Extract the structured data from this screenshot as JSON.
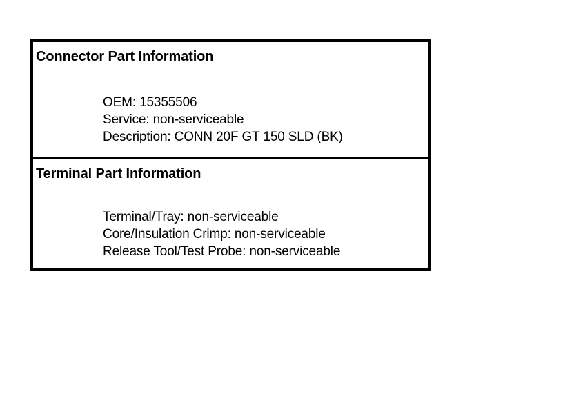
{
  "page": {
    "background_color": "#ffffff",
    "text_color": "#000000",
    "border_color": "#000000"
  },
  "info_table": {
    "sections": [
      {
        "id": "connector-part-information",
        "title": "Connector Part Information",
        "lines": [
          {
            "label": "OEM",
            "value": "15355506",
            "text": "OEM: 15355506"
          },
          {
            "label": "Service",
            "value": "non-serviceable",
            "text": "Service: non-serviceable"
          },
          {
            "label": "Description",
            "value": "CONN 20F GT 150 SLD (BK)",
            "text": "Description: CONN 20F GT 150 SLD (BK)"
          }
        ]
      },
      {
        "id": "terminal-part-information",
        "title": "Terminal Part Information",
        "lines": [
          {
            "label": "Terminal/Tray",
            "value": "non-serviceable",
            "text": "Terminal/Tray: non-serviceable"
          },
          {
            "label": "Core/Insulation Crimp",
            "value": "non-serviceable",
            "text": "Core/Insulation Crimp: non-serviceable"
          },
          {
            "label": "Release Tool/Test Probe",
            "value": "non-serviceable",
            "text": "Release Tool/Test Probe: non-serviceable"
          }
        ]
      }
    ]
  }
}
